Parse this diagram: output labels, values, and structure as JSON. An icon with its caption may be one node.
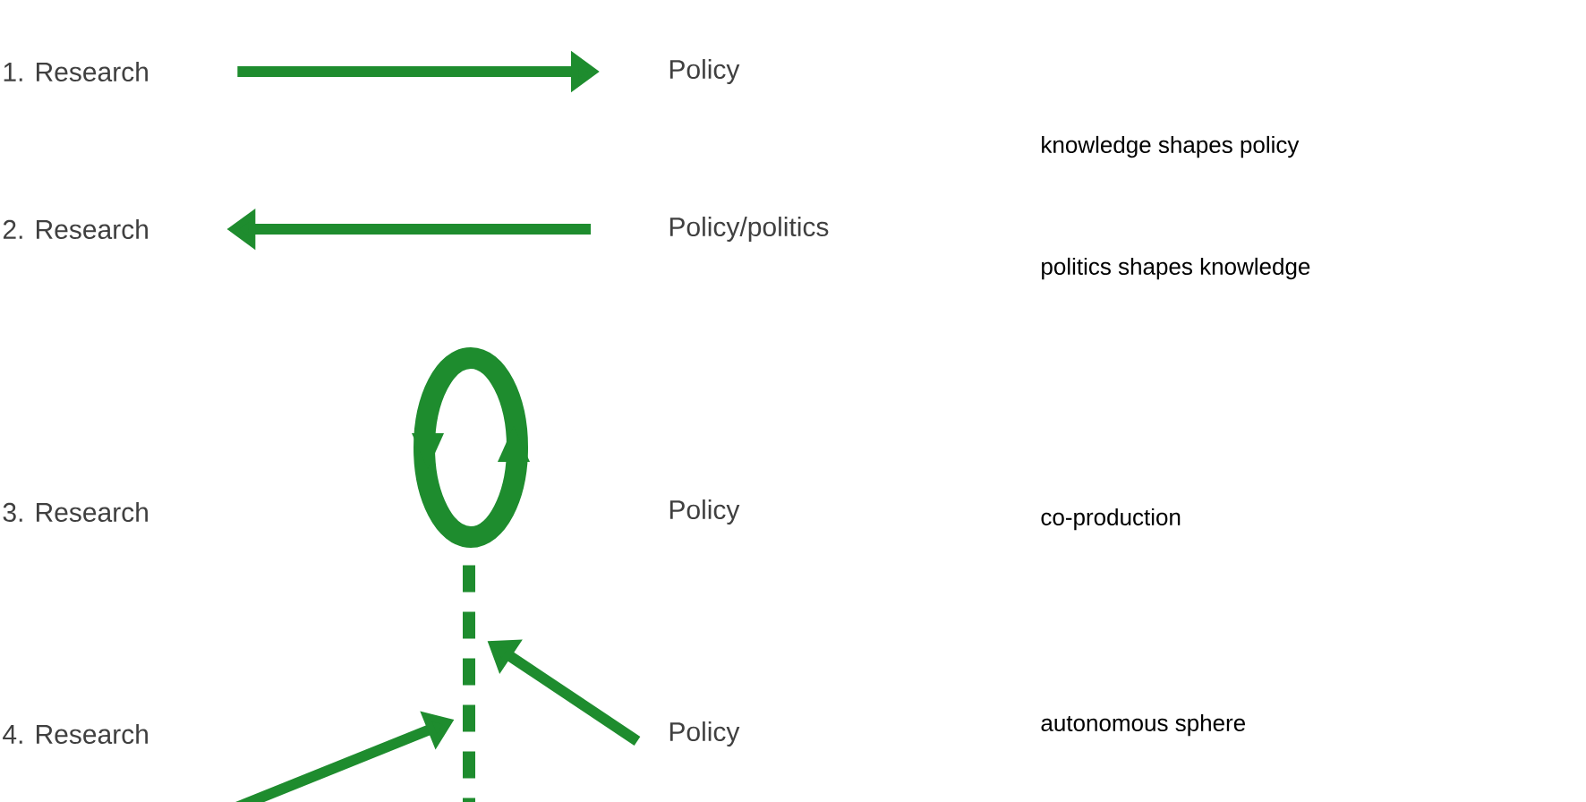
{
  "diagram": {
    "nodes": [
      {
        "text": [
          "1. Research"
        ]
      },
      {
        "text": [
          "Policy"
        ]
      },
      {
        "text": [
          "2. Research"
        ]
      },
      {
        "text": [
          "Policy/politics"
        ]
      },
      {
        "text": [
          "3. Research"
        ]
      },
      {
        "text": [
          "Policy"
        ]
      },
      {
        "text": [
          "4. Research"
        ]
      },
      {
        "text": [
          "Policy"
        ]
      },
      {
        "text": [],
        "shape": "bar"
      }
    ],
    "edges": [
      {
        "from": 0,
        "to": 1,
        "arrow": "to"
      },
      {
        "from": 3,
        "to": 2,
        "arrow": "to"
      },
      {
        "from": 6,
        "to": 8,
        "arrow": "to"
      },
      {
        "from": 7,
        "to": 8,
        "arrow": "to"
      }
    ],
    "labels": [
      "knowledge shapes policy",
      "politics shapes knowledge",
      "co-production",
      "autonomous sphere"
    ]
  }
}
